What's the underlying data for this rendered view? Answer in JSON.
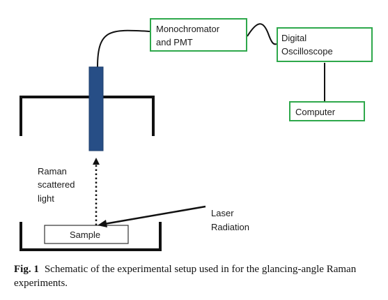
{
  "diagram": {
    "boxes": {
      "monochromator": {
        "lines": [
          "Monochromator",
          "and PMT"
        ]
      },
      "oscilloscope": {
        "lines": [
          "Digital",
          "Oscilloscope"
        ]
      },
      "computer": {
        "lines": [
          "Computer"
        ]
      },
      "sample": {
        "lines": [
          "Sample"
        ]
      }
    },
    "annotations": {
      "raman": {
        "lines": [
          "Raman",
          "scattered",
          "light"
        ]
      },
      "laser": {
        "lines": [
          "Laser",
          "Radiation"
        ]
      }
    },
    "colors": {
      "box_border": "#2ea84b",
      "probe": "#274e86",
      "chamber": "#111111",
      "cable": "#111111"
    }
  },
  "caption": {
    "label": "Fig. 1",
    "text": "Schematic of the experimental setup used in for the glancing-angle Raman experiments."
  }
}
